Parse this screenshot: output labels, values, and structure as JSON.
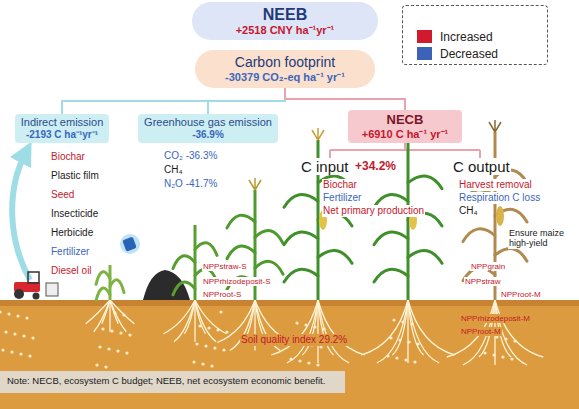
{
  "diagram": {
    "nodes": [
      {
        "text": [
          "NEEB",
          "+2518 CNY ha⁻¹yr⁻¹"
        ]
      },
      {
        "text": [
          "Carbon footprint",
          "-30379 CO₂-eq ha⁻¹ yr⁻¹"
        ]
      },
      {
        "text": [
          "Indirect emission",
          "-2193 C ha⁻¹yr⁻¹"
        ]
      },
      {
        "text": [
          "Greenhouse gas emission",
          "-36.9%"
        ]
      },
      {
        "text": [
          "NECB",
          "+6910 C ha⁻¹ yr⁻¹"
        ]
      }
    ],
    "edges": [
      {
        "from": 1,
        "to": 2,
        "arrow": "none"
      },
      {
        "from": 1,
        "to": 3,
        "arrow": "none"
      },
      {
        "from": 1,
        "to": 4,
        "arrow": "none"
      }
    ],
    "labels": [
      "Biochar",
      "Plastic film",
      "Seed",
      "Insecticide",
      "Herbicide",
      "Fertilizer",
      "Diesel oil",
      "CO₂ -36.3%",
      "CH₄",
      "N₂O -41.7%",
      "C input",
      "+34.2%",
      "Biochar",
      "Fertilizer",
      "Net primary production",
      "C output",
      "Harvest removal",
      "Respiration C loss",
      "CH₄",
      "Ensure maize high-yield",
      "NPPstraw-S",
      "NPPrhizodeposit-S",
      "NPProot-S",
      "NPPgrain",
      "NPPstraw",
      "NPProot-M",
      "NPPrhizodeposit-M",
      "NPProot-M",
      "Soil quality index 29.2%",
      "Note: NECB, ecosystem C budget; NEEB, net ecosystem economic benefit."
    ],
    "legend": [
      {
        "text": "Increased",
        "color": "#d01a2e"
      },
      {
        "text": "Decreased",
        "color": "#3d63b8"
      }
    ]
  }
}
